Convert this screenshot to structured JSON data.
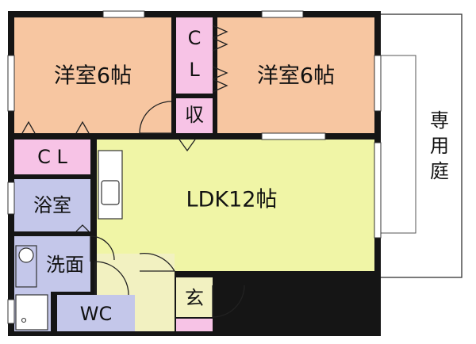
{
  "colors": {
    "bedroom": "#f7c6a1",
    "closet": "#f7c3e6",
    "bath": "#c4c7ea",
    "ldk": "#f0f5a6",
    "entry": "#f2f1c1",
    "garden": "#ffffff",
    "wall": "#151515"
  },
  "rooms": {
    "bedroom_west": {
      "label": "洋室6帖"
    },
    "bedroom_east": {
      "label": "洋室6帖"
    },
    "closet_center": {
      "label_line1": "C",
      "label_line2": "L"
    },
    "storage": {
      "label": "収"
    },
    "closet_west": {
      "label": "C L"
    },
    "bath": {
      "label": "浴室"
    },
    "ldk": {
      "label": "LDK12帖"
    },
    "washroom": {
      "label": "洗面"
    },
    "entrance": {
      "label": "玄"
    },
    "toilet": {
      "label": "WC"
    },
    "garden": {
      "label_line1": "専",
      "label_line2": "用",
      "label_line3": "庭"
    }
  }
}
